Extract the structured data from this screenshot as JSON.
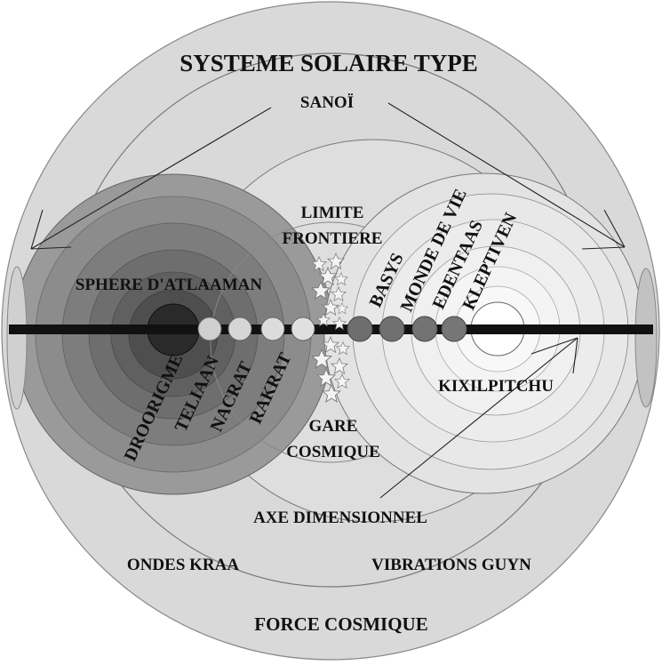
{
  "title": "SYSTEME SOLAIRE TYPE",
  "labels": {
    "sanoi": "SANOÏ",
    "limite_1": "LIMITE",
    "limite_2": "FRONTIERE",
    "sphere": "SPHERE D'ATLAAMAN",
    "basys": "BASYS",
    "monde": "MONDE DE VIE",
    "edentaas": "EDENTAAS",
    "kleptiven": "KLEPTIVEN",
    "kixilpitchu": "KIXILPITCHU",
    "droorigme": "DROORIGME",
    "teliaan": "TELIAAN",
    "nacrat": "NACRAT",
    "rakrat": "RAKRAT",
    "gare_1": "GARE",
    "gare_2": "COSMIQUE",
    "axe": "AXE DIMENSIONNEL",
    "ondes": "ONDES KRAA",
    "vibrations": "VIBRATIONS GUYN",
    "force": "FORCE COSMIQUE"
  }
}
